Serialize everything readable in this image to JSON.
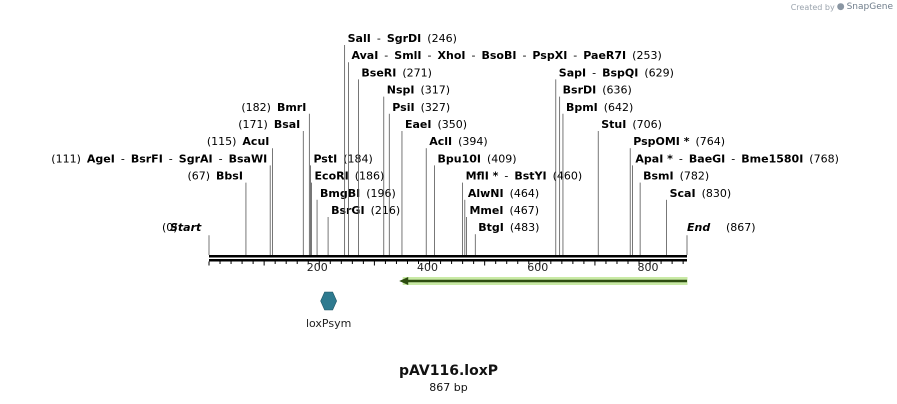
{
  "credit": {
    "prefix": "Created by",
    "brand": "SnapGene"
  },
  "plasmid": {
    "name": "pAV116.loxP",
    "size_label": "867 bp",
    "length": 867
  },
  "axis": {
    "ticks": [
      200,
      400,
      600,
      800
    ]
  },
  "ends": {
    "start": {
      "label": "Start",
      "pos": "(0)",
      "bp": 0
    },
    "end": {
      "label": "End",
      "pos": "(867)",
      "bp": 867
    }
  },
  "sites": [
    {
      "bp": 67,
      "row": 8,
      "side": "left",
      "pos": "(67)",
      "names": [
        "BbsI"
      ]
    },
    {
      "bp": 111,
      "row": 7,
      "side": "left",
      "pos": "(111)",
      "names": [
        "AgeI",
        "BsrFI",
        "SgrAI",
        "BsaWI"
      ]
    },
    {
      "bp": 115,
      "row": 6,
      "side": "left",
      "pos": "(115)",
      "names": [
        "AcuI"
      ]
    },
    {
      "bp": 171,
      "row": 5,
      "side": "left",
      "pos": "(171)",
      "names": [
        "BsaI"
      ]
    },
    {
      "bp": 182,
      "row": 4,
      "side": "left",
      "pos": "(182)",
      "names": [
        "BmrI"
      ]
    },
    {
      "bp": 184,
      "row": 7,
      "side": "right",
      "pos": "(184)",
      "names": [
        "PstI"
      ]
    },
    {
      "bp": 186,
      "row": 8,
      "side": "right",
      "pos": "(186)",
      "names": [
        "EcoRI"
      ]
    },
    {
      "bp": 196,
      "row": 9,
      "side": "right",
      "pos": "(196)",
      "names": [
        "BmgBI"
      ]
    },
    {
      "bp": 216,
      "row": 10,
      "side": "right",
      "pos": "(216)",
      "names": [
        "BsrGI"
      ]
    },
    {
      "bp": 246,
      "row": 0,
      "side": "right",
      "pos": "(246)",
      "names": [
        "SalI",
        "SgrDI"
      ]
    },
    {
      "bp": 253,
      "row": 1,
      "side": "right",
      "pos": "(253)",
      "names": [
        "AvaI",
        "SmlI",
        "XhoI",
        "BsoBI",
        "PspXI",
        "PaeR7I"
      ]
    },
    {
      "bp": 271,
      "row": 2,
      "side": "right",
      "pos": "(271)",
      "names": [
        "BseRI"
      ]
    },
    {
      "bp": 317,
      "row": 3,
      "side": "right",
      "pos": "(317)",
      "names": [
        "NspI"
      ]
    },
    {
      "bp": 327,
      "row": 4,
      "side": "right",
      "pos": "(327)",
      "names": [
        "PsiI"
      ]
    },
    {
      "bp": 350,
      "row": 5,
      "side": "right",
      "pos": "(350)",
      "names": [
        "EaeI"
      ]
    },
    {
      "bp": 394,
      "row": 6,
      "side": "right",
      "pos": "(394)",
      "names": [
        "AclI"
      ]
    },
    {
      "bp": 409,
      "row": 7,
      "side": "right",
      "pos": "(409)",
      "names": [
        "Bpu10I"
      ]
    },
    {
      "bp": 460,
      "row": 8,
      "side": "right",
      "pos": "(460)",
      "names": [
        "MflI *",
        "BstYI"
      ]
    },
    {
      "bp": 464,
      "row": 9,
      "side": "right",
      "pos": "(464)",
      "names": [
        "AlwNI"
      ]
    },
    {
      "bp": 467,
      "row": 10,
      "side": "right",
      "pos": "(467)",
      "names": [
        "MmeI"
      ]
    },
    {
      "bp": 483,
      "row": 11,
      "side": "right",
      "pos": "(483)",
      "names": [
        "BtgI"
      ]
    },
    {
      "bp": 629,
      "row": 2,
      "side": "right",
      "pos": "(629)",
      "names": [
        "SapI",
        "BspQI"
      ]
    },
    {
      "bp": 636,
      "row": 3,
      "side": "right",
      "pos": "(636)",
      "names": [
        "BsrDI"
      ]
    },
    {
      "bp": 642,
      "row": 4,
      "side": "right",
      "pos": "(642)",
      "names": [
        "BpmI"
      ]
    },
    {
      "bp": 706,
      "row": 5,
      "side": "right",
      "pos": "(706)",
      "names": [
        "StuI"
      ]
    },
    {
      "bp": 764,
      "row": 6,
      "side": "right",
      "pos": "(764)",
      "names": [
        "PspOMI *"
      ]
    },
    {
      "bp": 768,
      "row": 7,
      "side": "right",
      "pos": "(768)",
      "names": [
        "ApaI *",
        "BaeGI",
        "Bme1580I"
      ]
    },
    {
      "bp": 782,
      "row": 8,
      "side": "right",
      "pos": "(782)",
      "names": [
        "BsmI"
      ]
    },
    {
      "bp": 830,
      "row": 9,
      "side": "right",
      "pos": "(830)",
      "names": [
        "ScaI"
      ]
    }
  ],
  "features": [
    {
      "name": "loxPsym",
      "start": 200,
      "end": 234,
      "color": "#2e7a8f"
    },
    {
      "name": "",
      "start": 345,
      "end": 867,
      "color": "#6cbf2f",
      "direction": "reverse"
    }
  ]
}
